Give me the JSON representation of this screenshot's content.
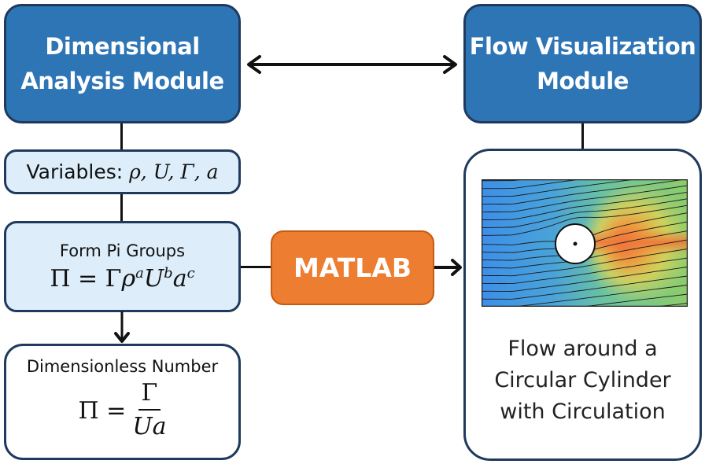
{
  "modules": {
    "dimensional_analysis": {
      "line1": "Dimensional",
      "line2": "Analysis Module"
    },
    "flow_visualization": {
      "line1": "Flow Visualization",
      "line2": "Module"
    }
  },
  "variables_box": {
    "prefix": "Variables: ",
    "vars": "ρ, U, Γ, a"
  },
  "pi_groups_box": {
    "title": "Form Pi Groups",
    "eq_lhs": "Π = Γ",
    "rho": "ρ",
    "exp_a": "a",
    "U": "U",
    "exp_b": "b",
    "a": "a",
    "exp_c": "c"
  },
  "dimensionless_box": {
    "title": "Dimensionless Number",
    "eq_lhs": "Π =",
    "numerator": "Γ",
    "denominator": "Ua"
  },
  "matlab_box": {
    "label": "MATLAB"
  },
  "visualization_panel": {
    "caption_line1": "Flow around a",
    "caption_line2": "Circular Cylinder",
    "caption_line3": "with Circulation"
  },
  "colors": {
    "module_fill": "#2e75b6",
    "module_border": "#1f3a5c",
    "light_box_fill": "#ddeefa",
    "matlab_fill": "#ed7d31",
    "arrow": "#111111"
  }
}
